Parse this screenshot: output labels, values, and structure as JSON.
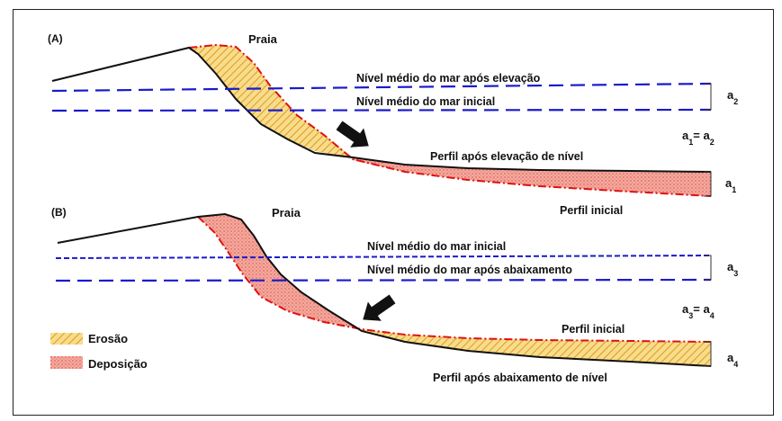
{
  "panel_a": {
    "label": "(A)",
    "beach": "Praia",
    "level_raised": "Nível médio do mar após elevação",
    "level_initial": "Nível médio do mar inicial",
    "profile_after": "Perfil após elevação de nível",
    "profile_initial": "Perfil inicial",
    "a2": "a",
    "a2_sub": "2",
    "eq_left": "a",
    "eq_left_sub": "1",
    "eq_mid": "= a",
    "eq_right_sub": "2",
    "a1": "a",
    "a1_sub": "1"
  },
  "panel_b": {
    "label": "(B)",
    "beach": "Praia",
    "level_initial": "Nível médio do mar inicial",
    "level_lowered": "Nível médio do mar após abaixamento",
    "profile_initial": "Perfil inicial",
    "profile_after": "Perfil após abaixamento de nível",
    "a3": "a",
    "a3_sub": "3",
    "eq_left": "a",
    "eq_left_sub": "3",
    "eq_mid": "= a",
    "eq_right_sub": "4",
    "a4": "a",
    "a4_sub": "4"
  },
  "legend": {
    "erosion": "Erosão",
    "deposition": "Deposição"
  },
  "colors": {
    "sea_level": "#1a1acc",
    "initial_profile": "#e01010",
    "shifted_profile": "#111111",
    "erosion_fill": "#f5d27a",
    "deposition_fill": "#f3a9a0"
  },
  "icons": [
    "arrow-right-down-icon",
    "arrow-left-down-icon"
  ]
}
